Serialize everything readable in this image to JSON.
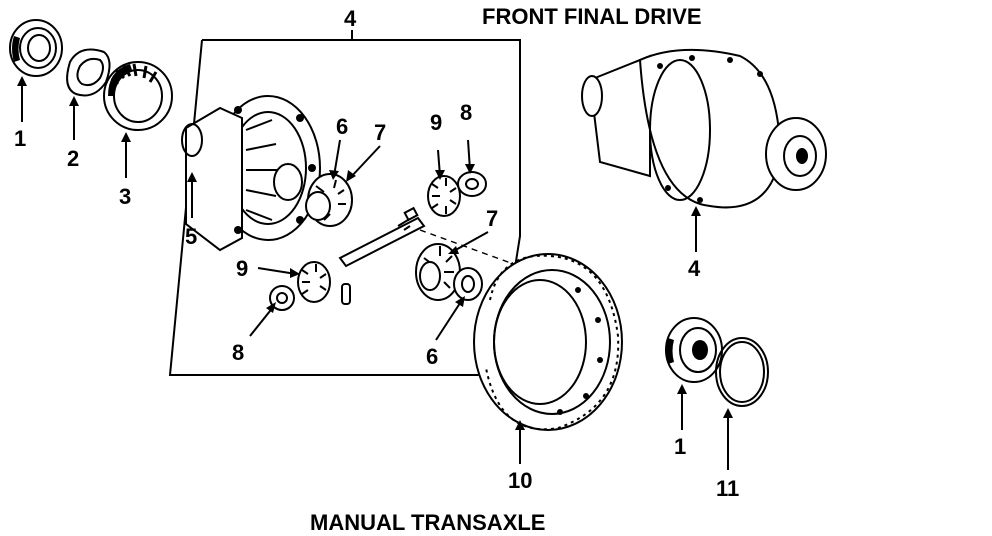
{
  "diagram": {
    "title": "FRONT FINAL DRIVE",
    "subtitle": "MANUAL TRANSAXLE",
    "callouts": {
      "c1_left": "1",
      "c2": "2",
      "c3": "3",
      "c4_group": "4",
      "c5": "5",
      "c6_upper": "6",
      "c7_upper": "7",
      "c9_upper": "9",
      "c8_upper": "8",
      "c7_lower": "7",
      "c9_lower": "9",
      "c8_lower": "8",
      "c6_lower": "6",
      "c4_right": "4",
      "c10": "10",
      "c1_right": "1",
      "c11": "11"
    }
  }
}
